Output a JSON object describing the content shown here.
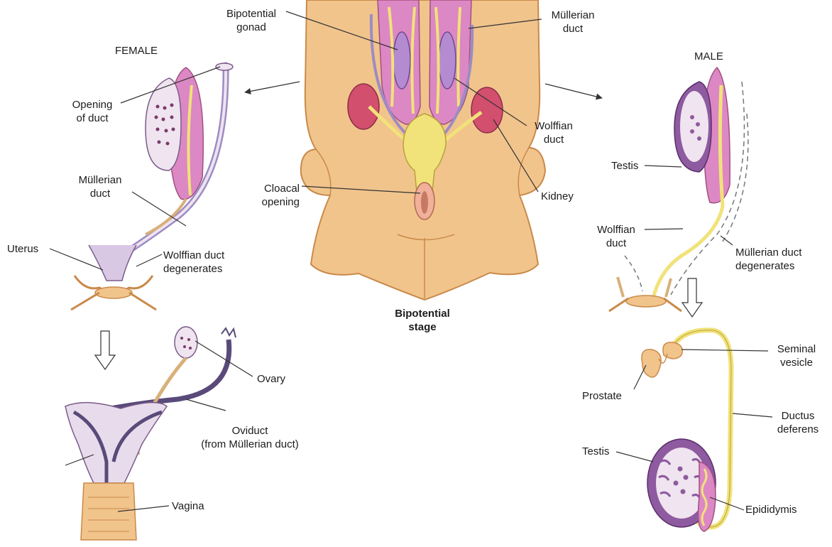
{
  "colors": {
    "tissue": "#f1c48c",
    "tissue_dark": "#c98a4a",
    "gonad_pink": "#dc88c4",
    "mullerian": "#9c8cc4",
    "wolffian": "#f1e27a",
    "kidney": "#d24f6e",
    "ovary": "#efe4ef",
    "testis_purple": "#8e5aa0"
  },
  "labels": {
    "female_title": "FEMALE",
    "male_title": "MALE",
    "bipotential_gonad": [
      "Bipotential",
      "gonad"
    ],
    "mullerian_duct_top": [
      "Müllerian",
      "duct"
    ],
    "wolffian_duct_center": [
      "Wolffian",
      "duct"
    ],
    "kidney": "Kidney",
    "cloacal_opening": [
      "Cloacal",
      "opening"
    ],
    "bipotential_stage": [
      "Bipotential",
      "stage"
    ],
    "opening_of_duct": [
      "Opening",
      "of duct"
    ],
    "mullerian_duct_female": [
      "Müllerian",
      "duct"
    ],
    "uterus": "Uterus",
    "wolffian_degenerates": [
      "Wolffian duct",
      "degenerates"
    ],
    "ovary": "Ovary",
    "oviduct": [
      "Oviduct",
      "(from Müllerian duct)"
    ],
    "vagina": "Vagina",
    "testis_top": "Testis",
    "wolffian_duct_male": [
      "Wolffian",
      "duct"
    ],
    "mullerian_degenerates": [
      "Müllerian duct",
      "degenerates"
    ],
    "seminal_vesicle": [
      "Seminal",
      "vesicle"
    ],
    "prostate": "Prostate",
    "ductus_deferens": [
      "Ductus",
      "deferens"
    ],
    "testis_bottom": "Testis",
    "epididymis": "Epididymis"
  }
}
